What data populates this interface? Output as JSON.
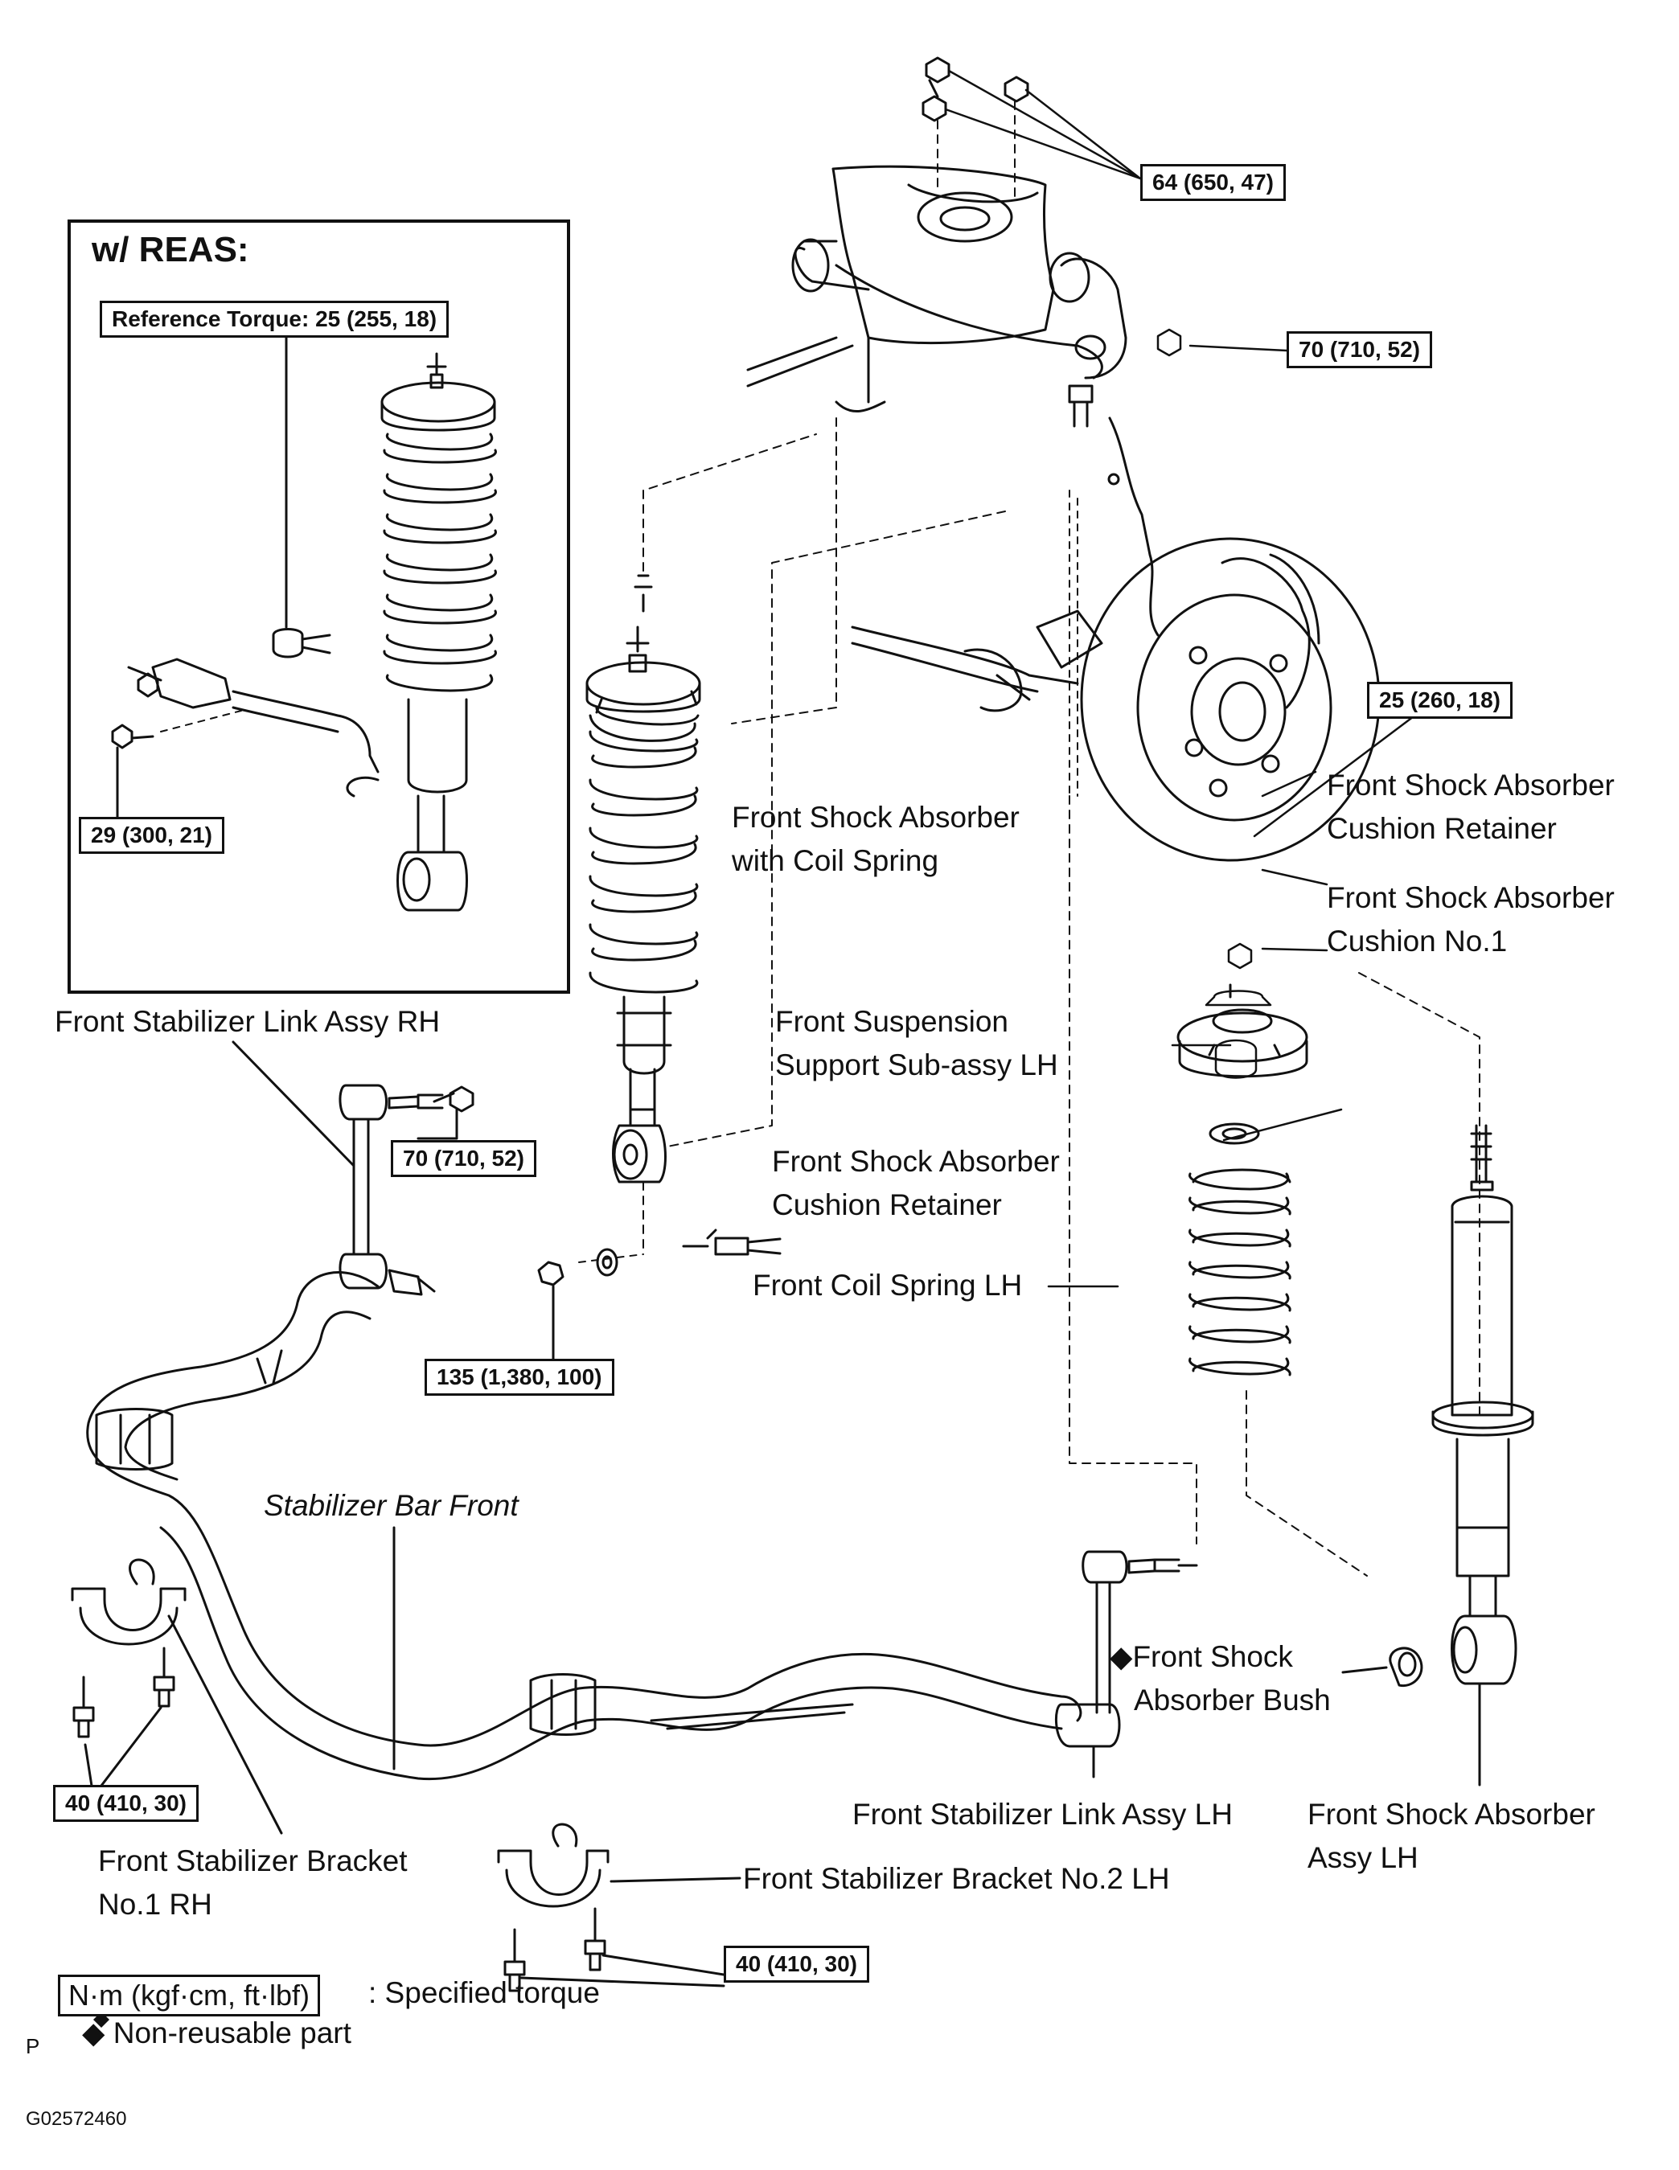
{
  "inset": {
    "title": "w/ REAS:",
    "reference_torque": "Reference Torque: 25 (255, 18)",
    "torque_bolt": "29 (300, 21)"
  },
  "torques": {
    "upper_mount_nuts": "64 (650, 47)",
    "steering_knuckle_nut": "70 (710, 52)",
    "shock_top_nut": "25 (260, 18)",
    "link_rh_nut": "70 (710, 52)",
    "lower_bolt_nut": "135 (1,380, 100)",
    "bracket_rh_bolts": "40 (410, 30)",
    "bracket_lh_bolts": "40 (410, 30)"
  },
  "labels": {
    "shock_with_spring": [
      "Front Shock Absorber",
      "with Coil Spring"
    ],
    "cushion_retainer_top": [
      "Front Shock Absorber",
      "Cushion Retainer"
    ],
    "cushion_no1": [
      "Front Shock Absorber",
      "Cushion No.1"
    ],
    "suspension_support": [
      "Front Suspension",
      "Support Sub-assy LH"
    ],
    "cushion_retainer_lower": [
      "Front Shock Absorber",
      "Cushion Retainer"
    ],
    "coil_spring": "Front Coil Spring LH",
    "link_rh": "Front Stabilizer Link Assy RH",
    "stabilizer_bar": "Stabilizer Bar Front",
    "shock_bush": [
      "◆Front Shock",
      "Absorber Bush"
    ],
    "link_lh": "Front Stabilizer Link Assy LH",
    "shock_assy": [
      "Front Shock Absorber",
      "Assy LH"
    ],
    "bracket_rh": [
      "Front Stabilizer Bracket",
      "No.1 RH"
    ],
    "bracket_lh": "Front Stabilizer Bracket No.2 LH"
  },
  "legend": {
    "unit_box": "N·m (kgf·cm, ft·lbf)",
    "unit_text": ": Specified torque",
    "nonreusable": "◆ Non-reusable part"
  },
  "footer": {
    "letter": "P",
    "code": "G02572460"
  }
}
